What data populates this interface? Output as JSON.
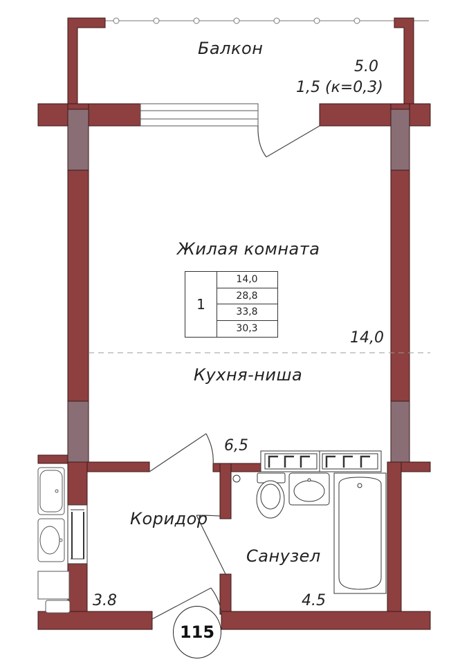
{
  "rooms": {
    "balcony": {
      "name": "Балкон",
      "area": "5.0",
      "area_note": "1,5 (к=0,3)"
    },
    "living": {
      "name": "Жилая комната",
      "area": "14,0"
    },
    "kitchen": {
      "name": "Кухня-ниша",
      "area": "6,5"
    },
    "corridor": {
      "name": "Коридор",
      "area": "3.8"
    },
    "bathroom": {
      "name": "Санузел",
      "area": "4.5"
    }
  },
  "summary_table": {
    "rooms_count": "1",
    "values": [
      "14,0",
      "28,8",
      "33,8",
      "30,3"
    ]
  },
  "apartment_number": "115",
  "colors": {
    "wall": "#8e3f3f",
    "wall_outline": "#3a1a1a",
    "column": "#8a6e76",
    "line": "#444444"
  }
}
